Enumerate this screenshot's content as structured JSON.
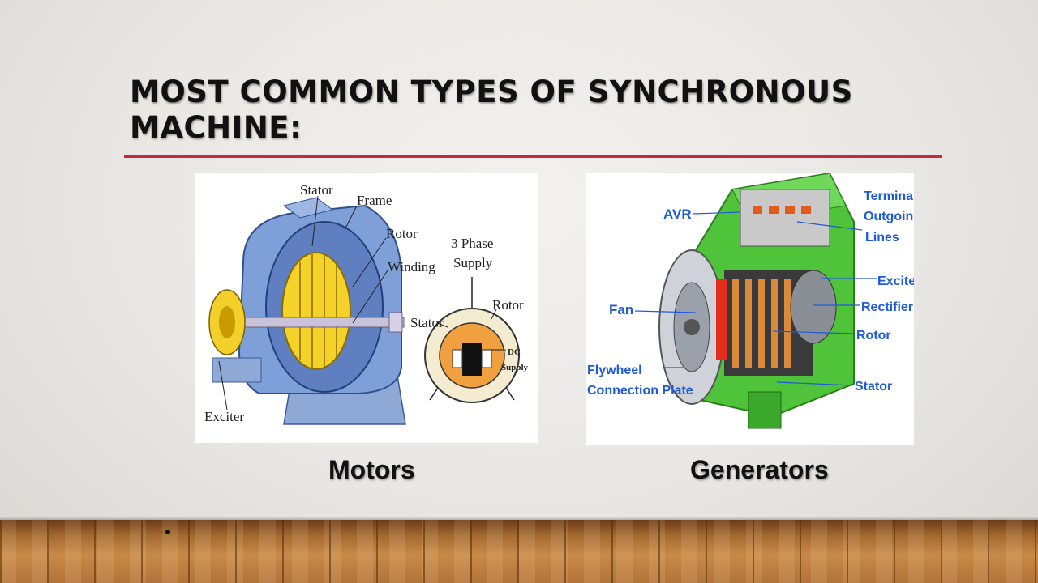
{
  "slide": {
    "title": "MOST COMMON TYPES OF SYNCHRONOUS MACHINE:",
    "accent_color": "#c8283b"
  },
  "motor_figure": {
    "caption": "Motors",
    "labels": {
      "stator_top": "Stator",
      "frame": "Frame",
      "rotor": "Rotor",
      "winding": "Winding",
      "exciter": "Exciter",
      "supply": "3 Phase",
      "supply2": "Supply",
      "stator_side": "Stator",
      "rotor_side": "Rotor",
      "dc": "DC",
      "dc_supply": "Supply"
    }
  },
  "generator_figure": {
    "caption": "Generators",
    "labels": {
      "avr": "AVR",
      "terminal1": "Terminal",
      "terminal2": "Outgoing",
      "terminal3": "Lines",
      "exciter": "Exciter",
      "fan": "Fan",
      "rectifier": "Rectifier",
      "rotor": "Rotor",
      "flywheel1": "Flywheel",
      "flywheel2": "Connection Plate",
      "stator": "Stator"
    }
  }
}
